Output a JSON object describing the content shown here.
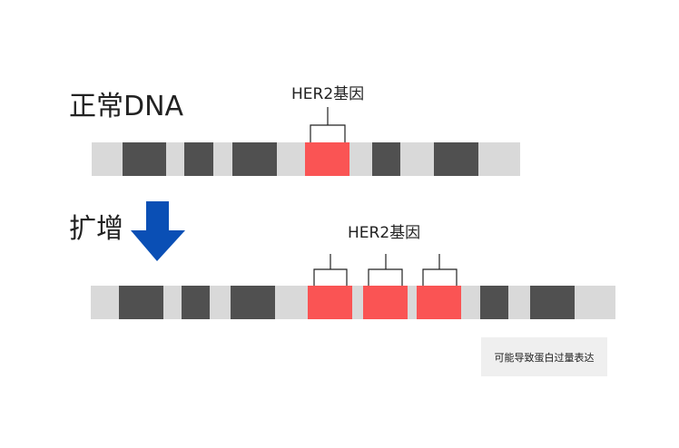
{
  "labels": {
    "normal": "正常DNA",
    "amplified": "扩增",
    "gene_top": "HER2基因",
    "gene_bottom": "HER2基因",
    "note": "可能导致蛋白过量表达"
  },
  "colors": {
    "strand": "#d9d9d9",
    "segment": "#505050",
    "her2": "#fa5454",
    "arrow": "#0a4fb5",
    "note_bg": "#efefef"
  }
}
